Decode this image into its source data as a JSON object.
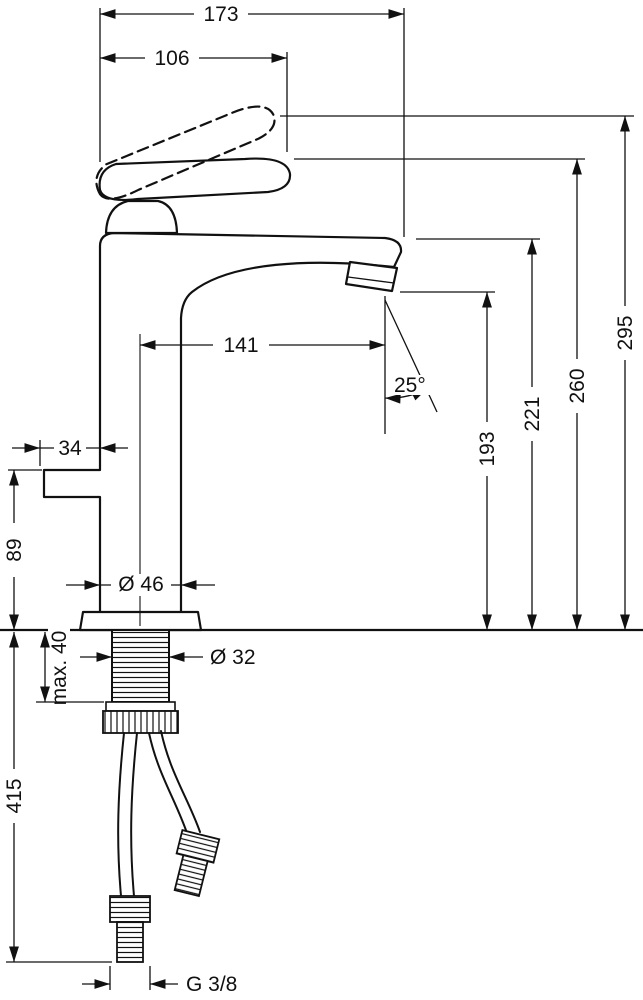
{
  "drawing": {
    "labels": {
      "d173": "173",
      "d106": "106",
      "d295": "295",
      "d260": "260",
      "d221": "221",
      "d193": "193",
      "d141": "141",
      "a25": "25°",
      "d34": "34",
      "d89": "89",
      "d46": "Ø 46",
      "d32": "Ø 32",
      "max40": "max. 40",
      "d415": "415",
      "g38": "G 3/8"
    },
    "colors": {
      "line": "#111111",
      "background": "#ffffff"
    }
  }
}
